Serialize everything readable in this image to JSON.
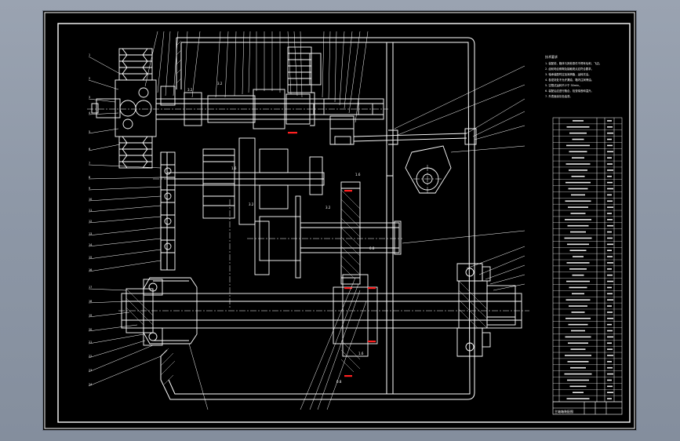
{
  "drawing": {
    "sheet_background": "#000000",
    "line_color": "#ffffff",
    "accent_color": "#ff2020",
    "section_hatch_color": "#c8c8c8"
  },
  "dimension_labels": [
    "3.2",
    "3.2",
    "3.2",
    "3.2",
    "1.6",
    "0.8",
    "1.6",
    "0.8",
    "1.6"
  ],
  "notes": {
    "title": "技术要求",
    "lines": [
      "1. 装配前，箱体与其他零件不得有毛刺、飞边。",
      "2. 齿轮啮合侧隙及接触斑点应符合要求。",
      "3. 轴承装配时应加润滑脂，运转灵活。",
      "4. 各密封处不允许漏油，箱内注润滑油。",
      "5. 空载试运转不少于 30min。",
      "6. 装配后应进行跑合，检查噪音和温升。",
      "7. 外表面涂灰色油漆。"
    ]
  },
  "parts_table": {
    "rows": 46
  },
  "title_block": {
    "label": "主轴箱装配图"
  }
}
